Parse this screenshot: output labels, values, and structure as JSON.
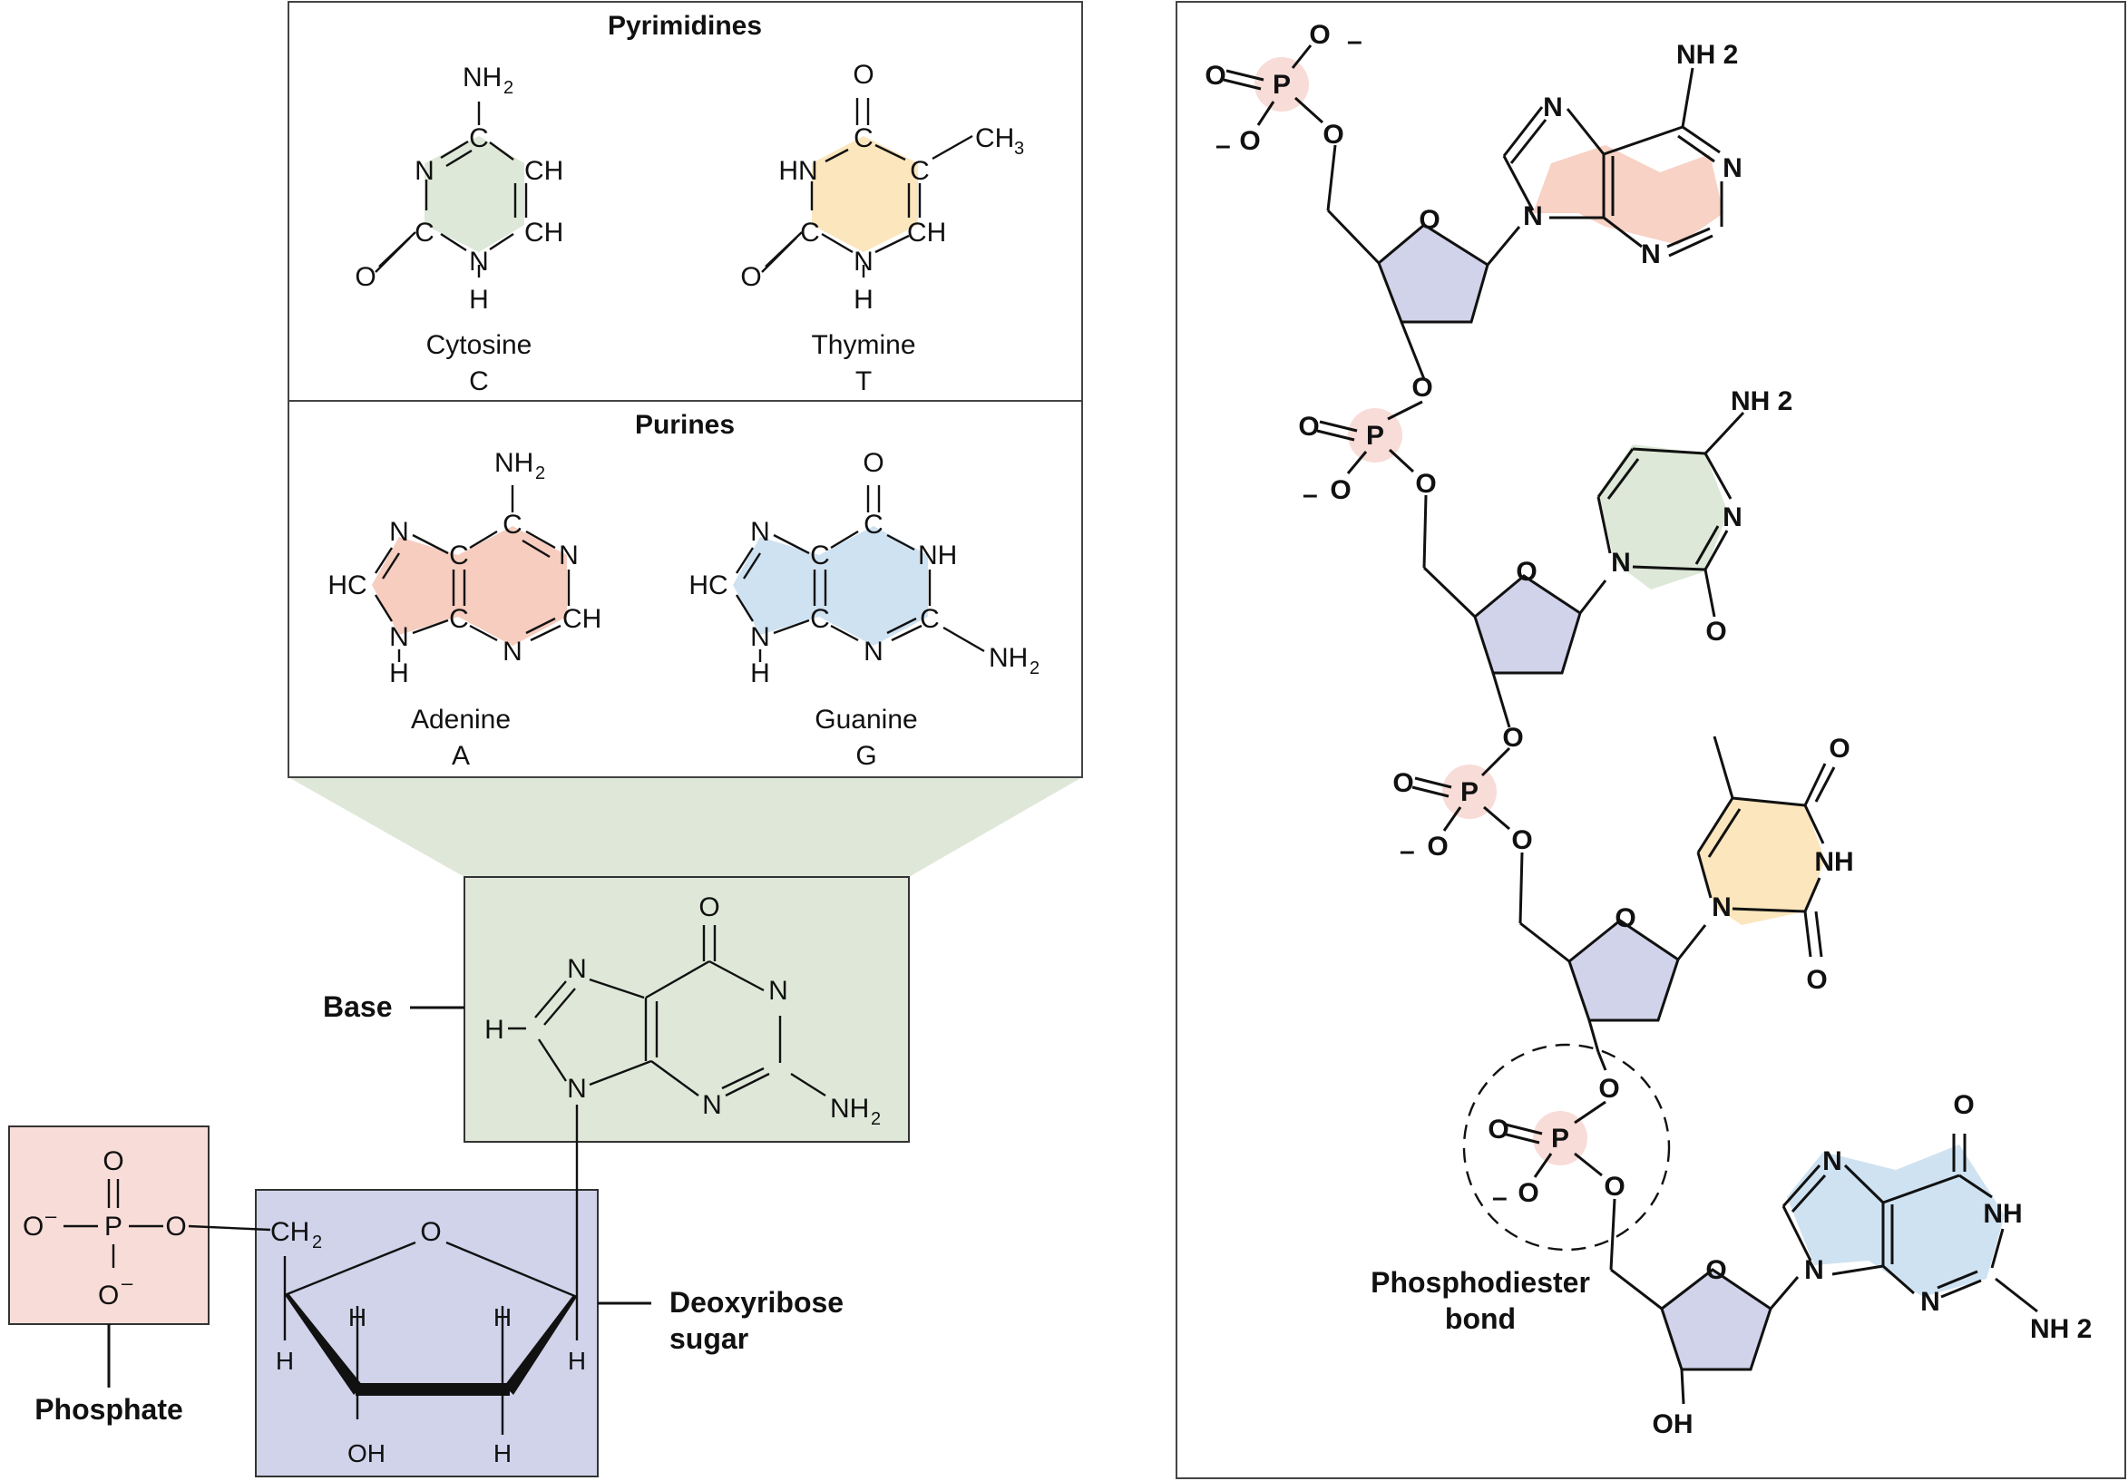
{
  "pyrimidines": {
    "title": "Pyrimidines",
    "cytosine": {
      "name": "Cytosine",
      "letter": "C"
    },
    "thymine": {
      "name": "Thymine",
      "letter": "T"
    }
  },
  "purines": {
    "title": "Purines",
    "adenine": {
      "name": "Adenine",
      "letter": "A"
    },
    "guanine": {
      "name": "Guanine",
      "letter": "G"
    }
  },
  "nucleotide": {
    "base_label": "Base",
    "sugar_label_1": "Deoxyribose",
    "sugar_label_2": "sugar",
    "phosphate_label": "Phosphate"
  },
  "chain": {
    "bond_label_1": "Phosphodiester",
    "bond_label_2": "bond"
  },
  "colors": {
    "phosphate": "#f8dcd8",
    "sugar": "#d0d3ea",
    "base_box": "#dfe8d8",
    "cytosine": "#dde8d8",
    "thymine": "#fbe6bd",
    "adenine": "#f6cdbf",
    "guanine": "#cfe2f1"
  }
}
